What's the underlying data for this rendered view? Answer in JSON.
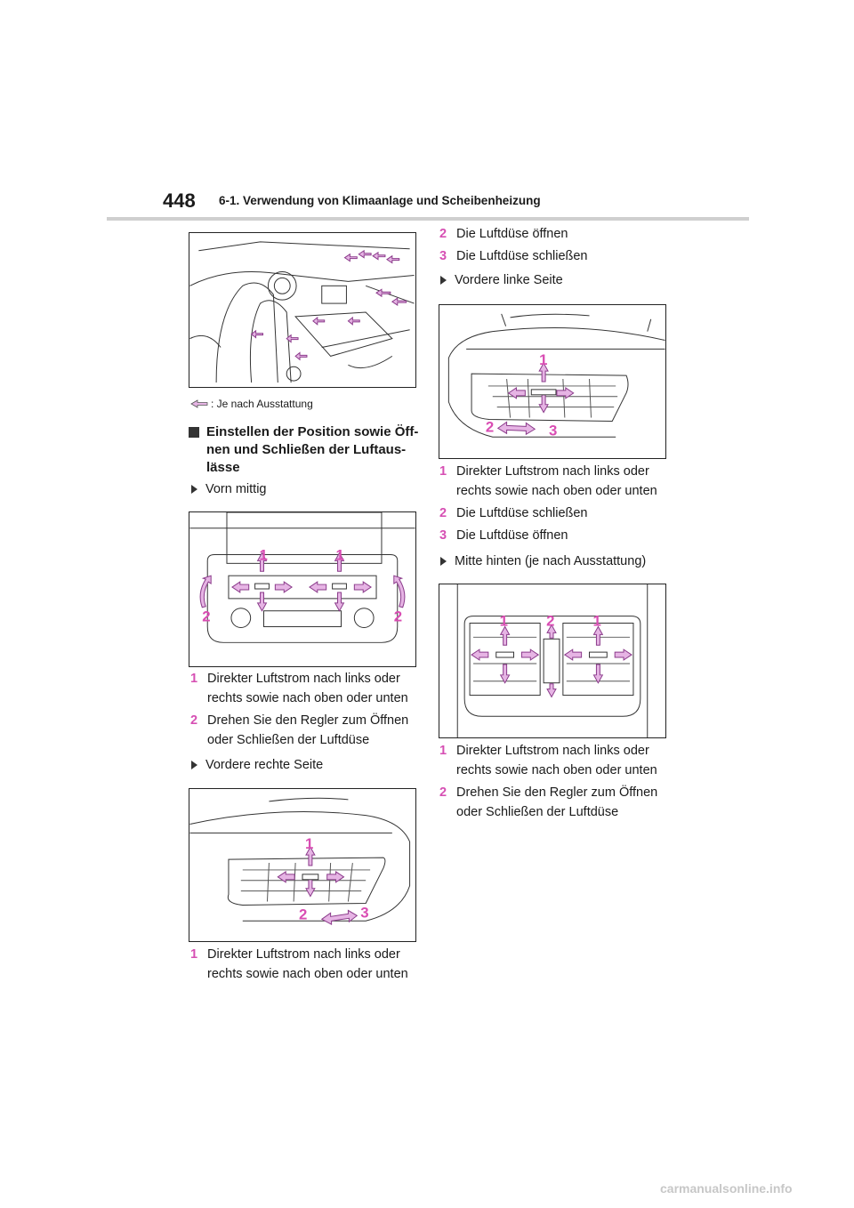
{
  "header": {
    "page_number": "448",
    "chapter": "6-1. Verwendung von Klimaanlage und Scheibenheizung"
  },
  "legend": {
    "text": ": Je nach Ausstattung"
  },
  "section": {
    "title": "Einstellen der Position sowie Öff-\nnen und Schließen der Luftaus-\nlässe"
  },
  "left_column": {
    "front_center": {
      "label": "Vorn mittig",
      "steps": [
        {
          "num": "1",
          "text": "Direkter Luftstrom nach links oder\nrechts sowie nach oben oder unten"
        },
        {
          "num": "2",
          "text": "Drehen Sie den Regler zum Öffnen\noder Schließen der Luftdüse"
        }
      ]
    },
    "front_right": {
      "label": "Vordere rechte Seite",
      "steps": [
        {
          "num": "1",
          "text": "Direkter Luftstrom nach links oder\nrechts sowie nach oben oder unten"
        }
      ]
    }
  },
  "right_column": {
    "front_right_cont": {
      "steps": [
        {
          "num": "2",
          "text": "Die Luftdüse öffnen"
        },
        {
          "num": "3",
          "text": "Die Luftdüse schließen"
        }
      ]
    },
    "front_left": {
      "label": "Vordere linke Seite",
      "steps": [
        {
          "num": "1",
          "text": "Direkter Luftstrom nach links oder\nrechts sowie nach oben oder unten"
        },
        {
          "num": "2",
          "text": "Die Luftdüse schließen"
        },
        {
          "num": "3",
          "text": "Die Luftdüse öffnen"
        }
      ]
    },
    "rear_center": {
      "label": "Mitte hinten (je nach Ausstattung)",
      "steps": [
        {
          "num": "1",
          "text": "Direkter Luftstrom nach links oder\nrechts sowie nach oben oder unten"
        },
        {
          "num": "2",
          "text": "Drehen Sie den Regler zum Öffnen\noder Schließen der Luftdüse"
        }
      ]
    }
  },
  "figures": {
    "front_center_callouts": [
      "1",
      "1",
      "2",
      "2"
    ],
    "front_right_callouts": [
      "1",
      "2",
      "3"
    ],
    "front_left_callouts": [
      "1",
      "2",
      "3"
    ],
    "rear_center_callouts": [
      "1",
      "2",
      "1"
    ]
  },
  "colors": {
    "callout": "#d94db3",
    "arrow_fill": "#e6b4e4",
    "arrow_stroke": "#8a3a8a",
    "header_rule": "#cfcfcf"
  },
  "watermark": "carmanualsonline.info"
}
